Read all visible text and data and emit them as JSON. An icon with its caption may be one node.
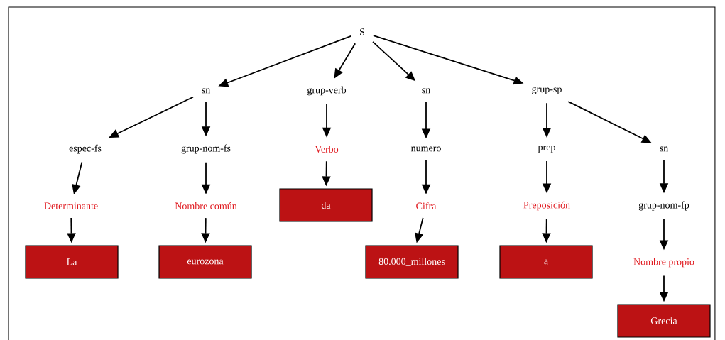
{
  "diagram": {
    "nodes": [
      {
        "text": [
          "S"
        ]
      },
      {
        "text": [
          "sn"
        ]
      },
      {
        "text": [
          "grup-verb"
        ]
      },
      {
        "text": [
          "sn"
        ]
      },
      {
        "text": [
          "grup-sp"
        ]
      },
      {
        "text": [
          "espec-fs"
        ]
      },
      {
        "text": [
          "grup-nom-fs"
        ]
      },
      {
        "text": [
          "Verbo"
        ]
      },
      {
        "text": [
          "numero"
        ]
      },
      {
        "text": [
          "prep"
        ]
      },
      {
        "text": [
          "sn"
        ]
      },
      {
        "text": [
          "da"
        ]
      },
      {
        "text": [
          "Determinante"
        ]
      },
      {
        "text": [
          "Nombre común"
        ]
      },
      {
        "text": [
          "Cifra"
        ]
      },
      {
        "text": [
          "Preposición"
        ]
      },
      {
        "text": [
          "grup-nom-fp"
        ]
      },
      {
        "text": [
          "La"
        ]
      },
      {
        "text": [
          "eurozona"
        ]
      },
      {
        "text": [
          "80.000_millones"
        ]
      },
      {
        "text": [
          "a"
        ]
      },
      {
        "text": [
          "Nombre propio"
        ]
      },
      {
        "text": [
          "Grecia"
        ]
      }
    ],
    "edges": [
      {
        "from": 0,
        "to": 1,
        "arrow": "to"
      },
      {
        "from": 0,
        "to": 2,
        "arrow": "to"
      },
      {
        "from": 0,
        "to": 3,
        "arrow": "to"
      },
      {
        "from": 0,
        "to": 4,
        "arrow": "to"
      },
      {
        "from": 1,
        "to": 5,
        "arrow": "to"
      },
      {
        "from": 1,
        "to": 6,
        "arrow": "to"
      },
      {
        "from": 2,
        "to": 7,
        "arrow": "to"
      },
      {
        "from": 3,
        "to": 8,
        "arrow": "to"
      },
      {
        "from": 4,
        "to": 9,
        "arrow": "to"
      },
      {
        "from": 4,
        "to": 10,
        "arrow": "to"
      },
      {
        "from": 5,
        "to": 12,
        "arrow": "to"
      },
      {
        "from": 6,
        "to": 13,
        "arrow": "to"
      },
      {
        "from": 7,
        "to": 11,
        "arrow": "to"
      },
      {
        "from": 8,
        "to": 14,
        "arrow": "to"
      },
      {
        "from": 9,
        "to": 15,
        "arrow": "to"
      },
      {
        "from": 10,
        "to": 16,
        "arrow": "to"
      },
      {
        "from": 12,
        "to": 17,
        "arrow": "to"
      },
      {
        "from": 13,
        "to": 18,
        "arrow": "to"
      },
      {
        "from": 14,
        "to": 19,
        "arrow": "to"
      },
      {
        "from": 15,
        "to": 20,
        "arrow": "to"
      },
      {
        "from": 16,
        "to": 21,
        "arrow": "to"
      },
      {
        "from": 21,
        "to": 22,
        "arrow": "to"
      }
    ]
  }
}
